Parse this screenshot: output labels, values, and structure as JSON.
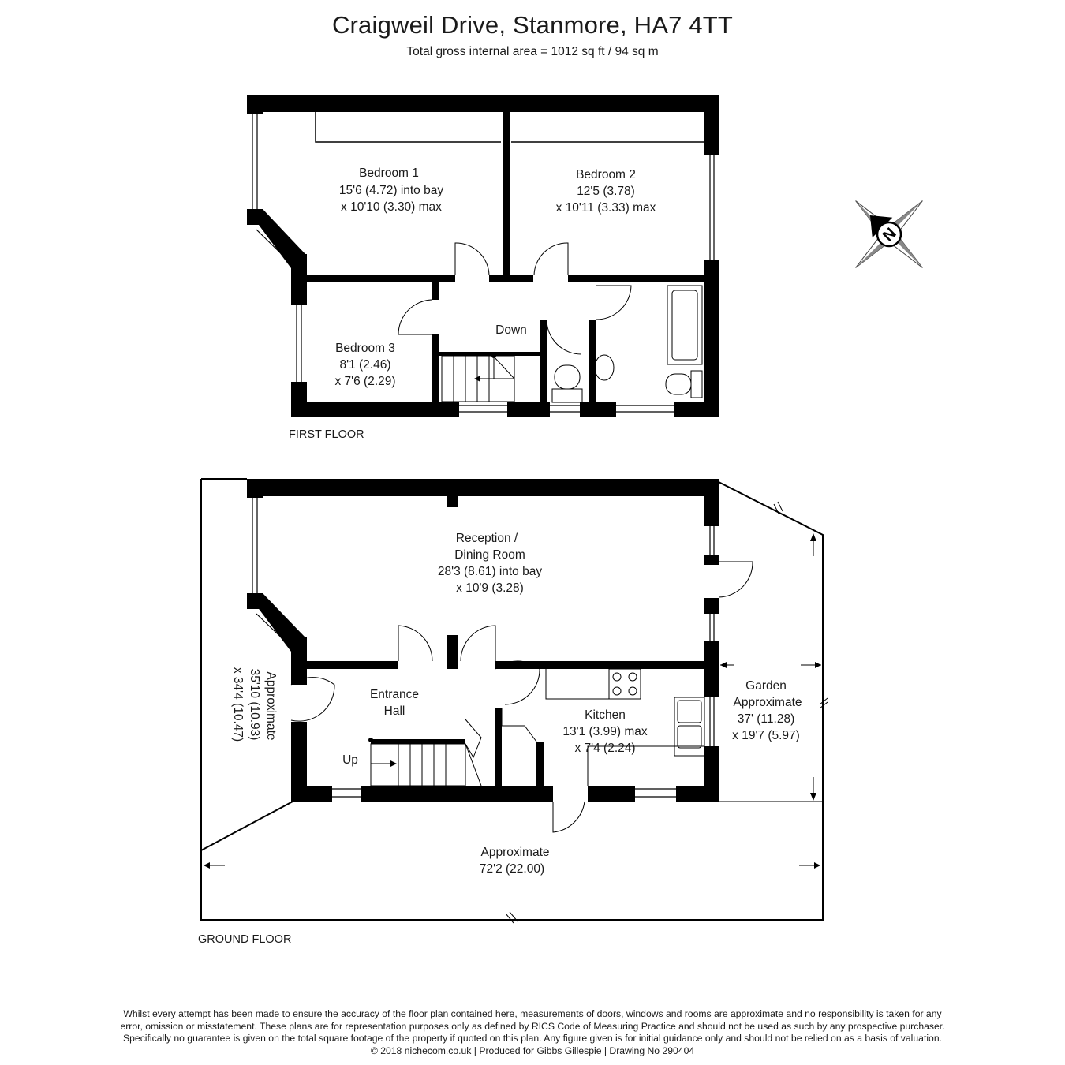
{
  "header": {
    "title": "Craigweil Drive, Stanmore, HA7 4TT",
    "subtitle": "Total gross internal area =  1012 sq ft / 94 sq m"
  },
  "first_floor": {
    "label": "FIRST FLOOR",
    "bedroom1": {
      "name": "Bedroom 1",
      "dim1": "15'6 (4.72) into bay",
      "dim2": "x 10'10 (3.30) max"
    },
    "bedroom2": {
      "name": "Bedroom 2",
      "dim1": "12'5 (3.78)",
      "dim2": "x 10'11 (3.33) max"
    },
    "bedroom3": {
      "name": "Bedroom 3",
      "dim1": "8'1 (2.46)",
      "dim2": "x 7'6 (2.29)"
    },
    "stairs_label": "Down"
  },
  "ground_floor": {
    "label": "GROUND FLOOR",
    "reception": {
      "line1": "Reception /",
      "line2": "Dining Room",
      "dim1": "28'3 (8.61) into bay",
      "dim2": "x 10'9 (3.28)"
    },
    "entrance": {
      "line1": "Entrance",
      "line2": "Hall"
    },
    "kitchen": {
      "name": "Kitchen",
      "dim1": "13'1 (3.99) max",
      "dim2": "x 7'4 (2.24)"
    },
    "garden": {
      "name": "Garden",
      "line2": "Approximate",
      "dim1": "37' (11.28)",
      "dim2": "x 19'7 (5.97)"
    },
    "plot_width": {
      "line1": "Approximate",
      "line2": "72'2 (22.00)"
    },
    "plot_side": {
      "line1": "Approximate",
      "line2": "35'10 (10.93)",
      "line3": "x 34'4 (10.47)"
    },
    "stairs_label": "Up"
  },
  "compass": {
    "label": "N",
    "icon": "north-arrow-icon"
  },
  "disclaimer": {
    "line1": "Whilst every attempt has been made to ensure the accuracy of the floor plan contained here, measurements of doors, windows and rooms are approximate and no responsibility is taken for any",
    "line2": "error, omission or misstatement. These plans are for representation purposes only as defined by RICS Code of Measuring Practice and should not be used as such by any prospective purchaser.",
    "line3": "Specifically no guarantee is given on the total square footage of the property if quoted on this plan. Any figure given is for initial guidance only and should not be relied on as a basis of valuation.",
    "line4": "© 2018 nichecom.co.uk  |  Produced for Gibbs Gillespie  |  Drawing No 290404"
  }
}
